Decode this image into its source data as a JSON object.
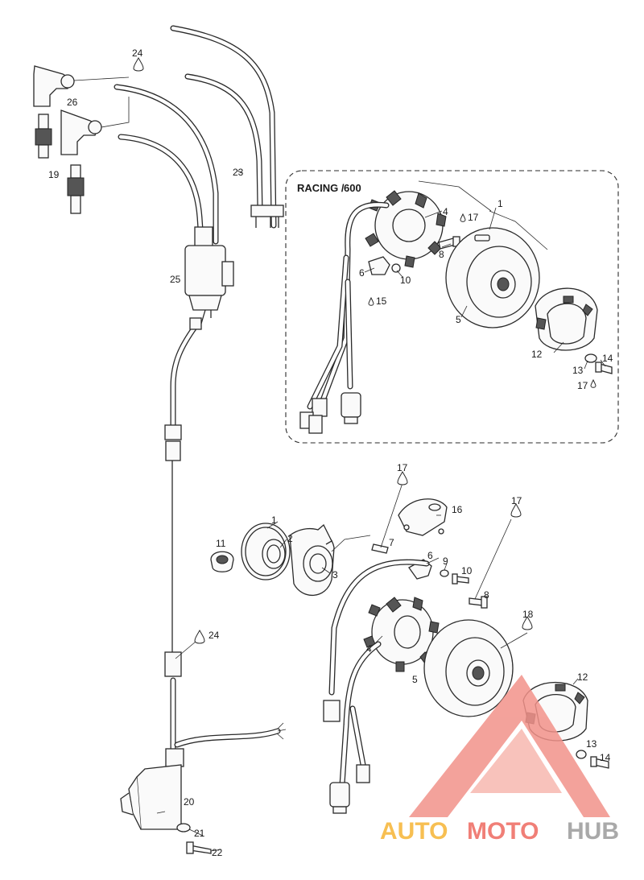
{
  "inset": {
    "title_prefix": "RACING /",
    "title_model": "600"
  },
  "labels": {
    "l1_top": "1",
    "l4_top": "4",
    "l17_top": "17",
    "l8_top": "8",
    "l6_top": "6",
    "l10_top": "10",
    "l15_top": "15",
    "l5_top": "5",
    "l12_top": "12",
    "l13_top": "13",
    "l14_top": "14",
    "l17_top_b": "17",
    "l24_a": "24",
    "l26": "26",
    "l19": "19",
    "l23": "23",
    "l25": "25",
    "l17_mid_a": "17",
    "l16": "16",
    "l17_mid_b": "17",
    "l1_mid": "1",
    "l2": "2",
    "l11": "11",
    "l3": "3",
    "l7": "7",
    "l6_mid": "6",
    "l9": "9",
    "l10_mid": "10",
    "l8_mid": "8",
    "l18": "18",
    "l24_b": "24",
    "l4_mid": "4",
    "l5_mid": "5",
    "l12_mid": "12",
    "l13_mid": "13",
    "l14_mid": "14",
    "l20": "20",
    "l21": "21",
    "l22": "22"
  },
  "watermark": {
    "part1": "AUTO",
    "part2": "MOTO",
    "part3": "HUB",
    "colors": {
      "auto": "#f7bf52",
      "moto": "#f07f77",
      "hub": "#a9a9a9",
      "triangle": "#f2928a"
    }
  }
}
